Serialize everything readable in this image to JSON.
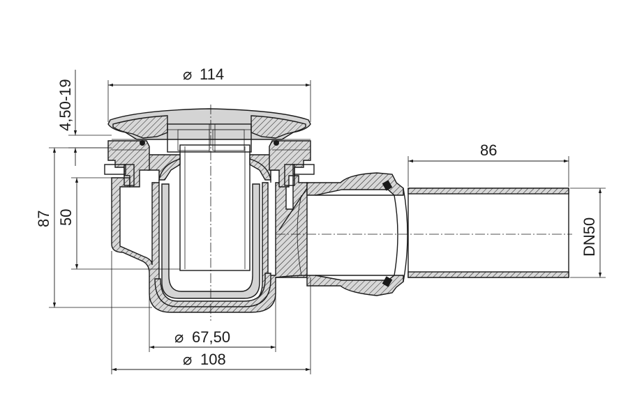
{
  "dimensions": {
    "diameter_114": "114",
    "height_4_50_19": "4,50-19",
    "height_87": "87",
    "height_50": "50",
    "length_86": "86",
    "pipe_dn50": "DN50",
    "diameter_67_50": "67,50",
    "diameter_108": "108"
  },
  "symbols": {
    "diameter": "⌀"
  },
  "colors": {
    "line": "#1a1a1a",
    "hatch": "#1a1a1a",
    "cover": "#d4d4d4",
    "background": "#ffffff"
  }
}
